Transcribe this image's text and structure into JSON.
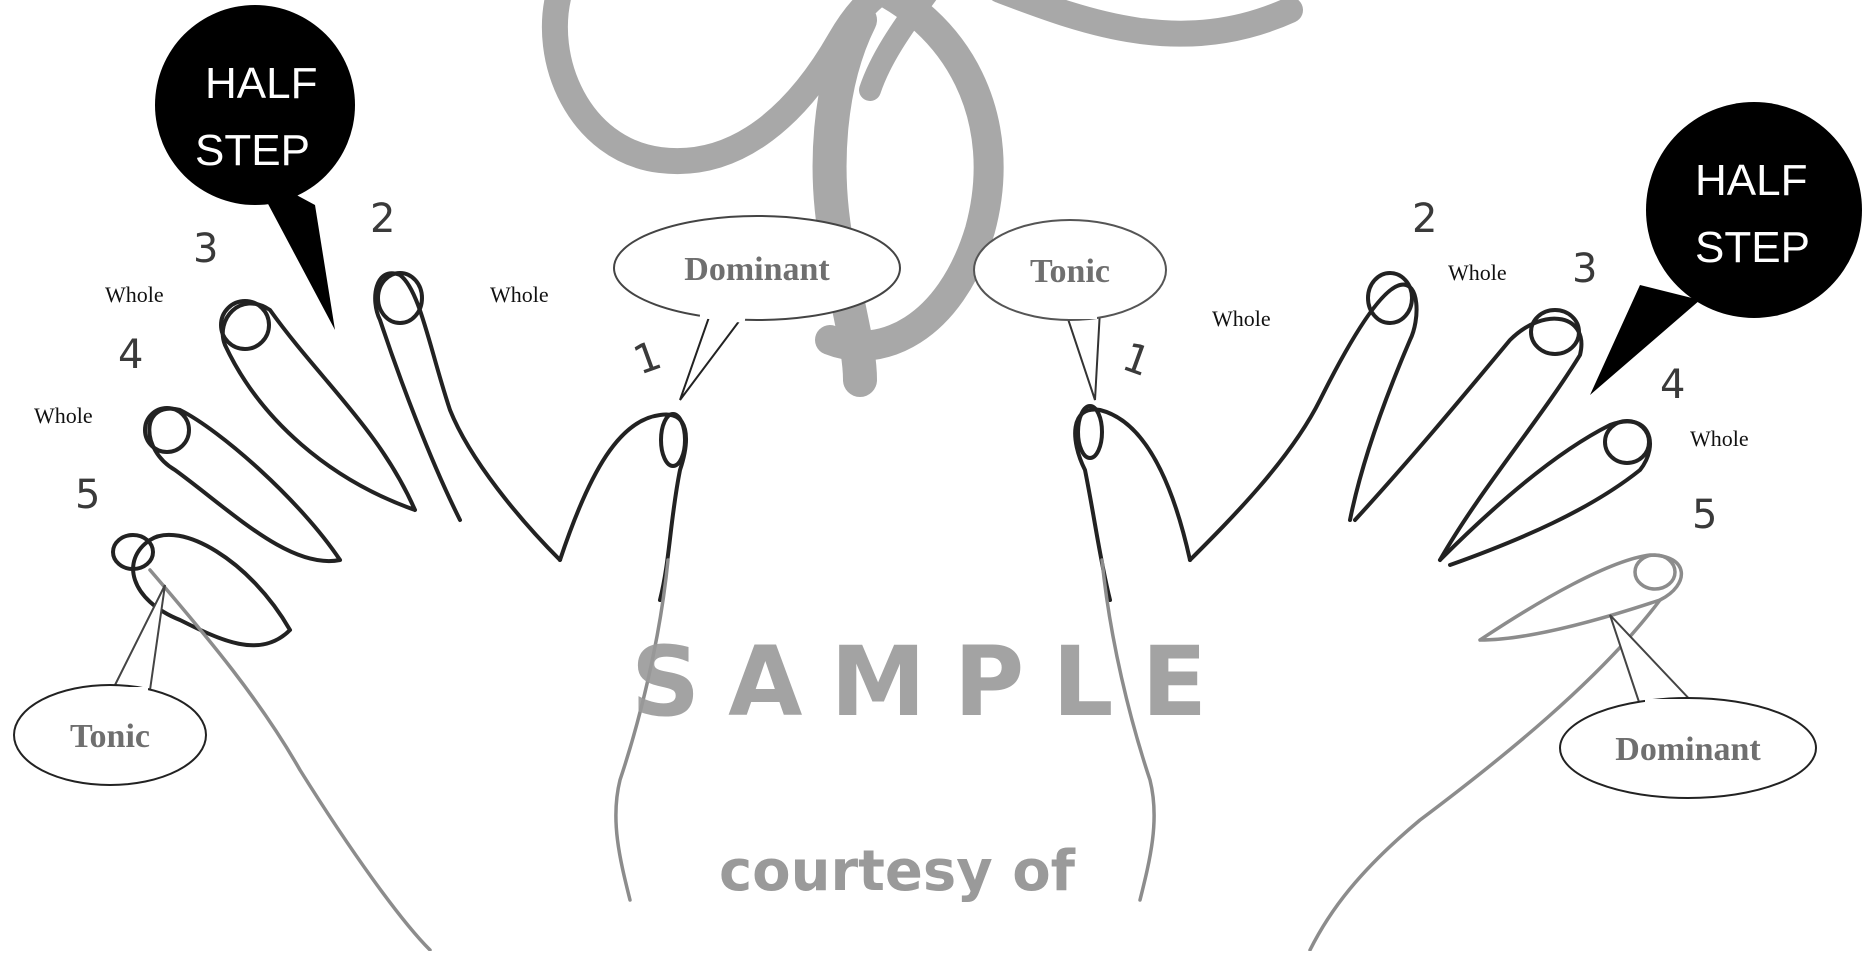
{
  "watermark": {
    "sample_text": "SAMPLE",
    "courtesy_text": "courtesy of",
    "color": "#9a9a9a"
  },
  "left_hand": {
    "half_step_bubble": {
      "line1": "HALF",
      "line2": "STEP"
    },
    "dominant_label": "Dominant",
    "tonic_label": "Tonic",
    "finger_numbers": [
      "1",
      "2",
      "3",
      "4",
      "5"
    ],
    "steps": [
      "Whole",
      "Whole",
      "Whole"
    ]
  },
  "right_hand": {
    "half_step_bubble": {
      "line1": "HALF",
      "line2": "STEP"
    },
    "tonic_label": "Tonic",
    "dominant_label": "Dominant",
    "finger_numbers": [
      "1",
      "2",
      "3",
      "4",
      "5"
    ],
    "steps": [
      "Whole",
      "Whole",
      "Whole"
    ]
  }
}
